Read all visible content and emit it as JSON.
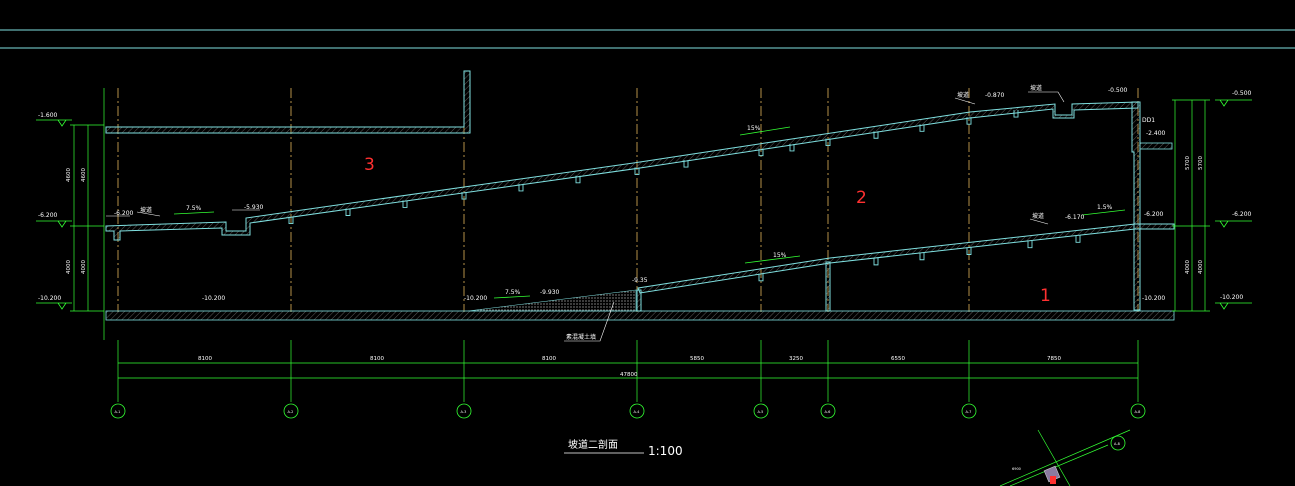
{
  "drawing": {
    "title": "坡道二剖面",
    "scale": "1:100",
    "colors": {
      "background": "#000000",
      "structure": "#7fe0e0",
      "dimension": "#33ff33",
      "axis_line": "#ffcc66",
      "zone_label": "#ff3030"
    }
  },
  "zones": [
    "3",
    "2",
    "1"
  ],
  "elevations": {
    "left_top": "-1.600",
    "left_mid": "-6.200",
    "left_bottom": "-10.200",
    "upper_left_a": "-6.200",
    "upper_left_b": "-5.930",
    "upper_right_a": "-0.870",
    "upper_right_b": "-0.500",
    "right_top": "-0.500",
    "right_mid_note": "-2.400",
    "right_mid": "-6.200",
    "lower_right_a": "-6.170",
    "lower_right_b": "-6.200",
    "lower_left_a": "-9.930",
    "lower_left_b": "-9.35",
    "floor_1": "-10.200",
    "floor_2": "-10.200",
    "floor_3": "-10.200",
    "right_bottom": "-10.200"
  },
  "slopes": {
    "upper_left": "7.5%",
    "upper_mid": "15%",
    "lower_mid": "15%",
    "lower_right": "1.5%",
    "lower_left": "7.5%"
  },
  "notes": {
    "upper_left_tag": "坡道",
    "upper_right_tag_a": "坡道",
    "upper_right_tag_b": "坡道",
    "lower_right_tag": "坡道",
    "fill_note": "素混凝土填",
    "door_tag": "DD1"
  },
  "dimensions": {
    "left_outer": [
      "4600",
      "4000"
    ],
    "left_inner": [
      "4600",
      "4000"
    ],
    "right_inner": [
      "5700",
      "4000"
    ],
    "right_outer": [
      "5700",
      "4000"
    ],
    "bottom_segments": [
      "8100",
      "8100",
      "8100",
      "5850",
      "3250",
      "6550",
      "7850"
    ],
    "bottom_total": "47800"
  },
  "axes": [
    "A-1",
    "A-2",
    "A-3",
    "A-4",
    "A-5",
    "A-6",
    "A-7",
    "A-8"
  ],
  "corner": {
    "dim": "6900",
    "axis": "A-8"
  }
}
